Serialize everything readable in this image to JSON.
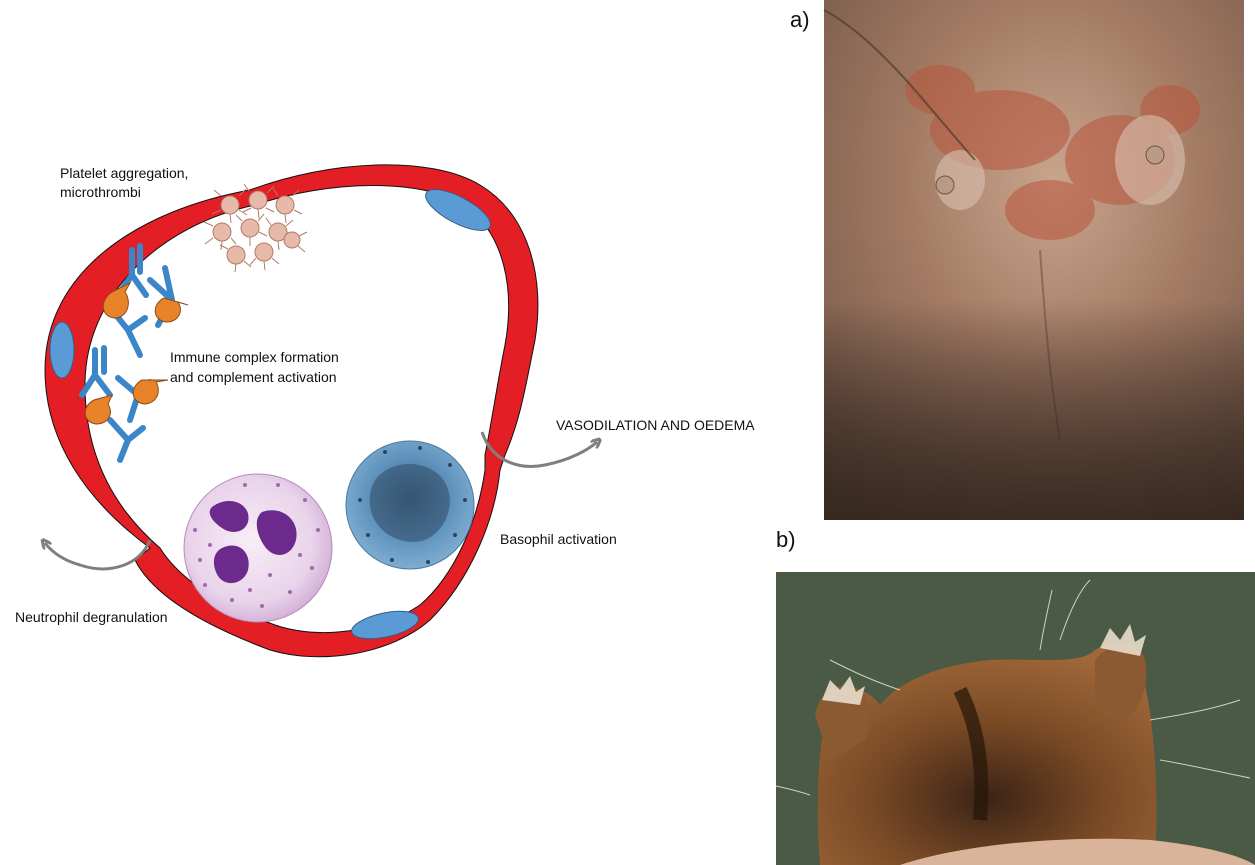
{
  "labels": {
    "platelet_line1": "Platelet aggregation,",
    "platelet_line2": "microthrombi",
    "immune_line1": "Immune complex formation",
    "immune_line2": "and complement activation",
    "vasodilation": "VASODILATION AND OEDEMA",
    "basophil": "Basophil activation",
    "neutrophil": "Neutrophil degranulation"
  },
  "panels": {
    "a_label": "a)",
    "b_label": "b)"
  },
  "colors": {
    "vessel_wall": "#e41e25",
    "endothelial_nucleus": "#5b9bd5",
    "antibody": "#3a86c8",
    "complement": "#e8832a",
    "platelet": "#e6b9a8",
    "neutrophil_cytoplasm": "#e9d3ea",
    "neutrophil_nucleus": "#6b2a8c",
    "basophil": "#5f93bd",
    "arrow": "#7f7f7f",
    "photo_a_skin": "#9a7560",
    "photo_b_background": "#4a5a44",
    "photo_b_fur": "#7a4a25"
  }
}
